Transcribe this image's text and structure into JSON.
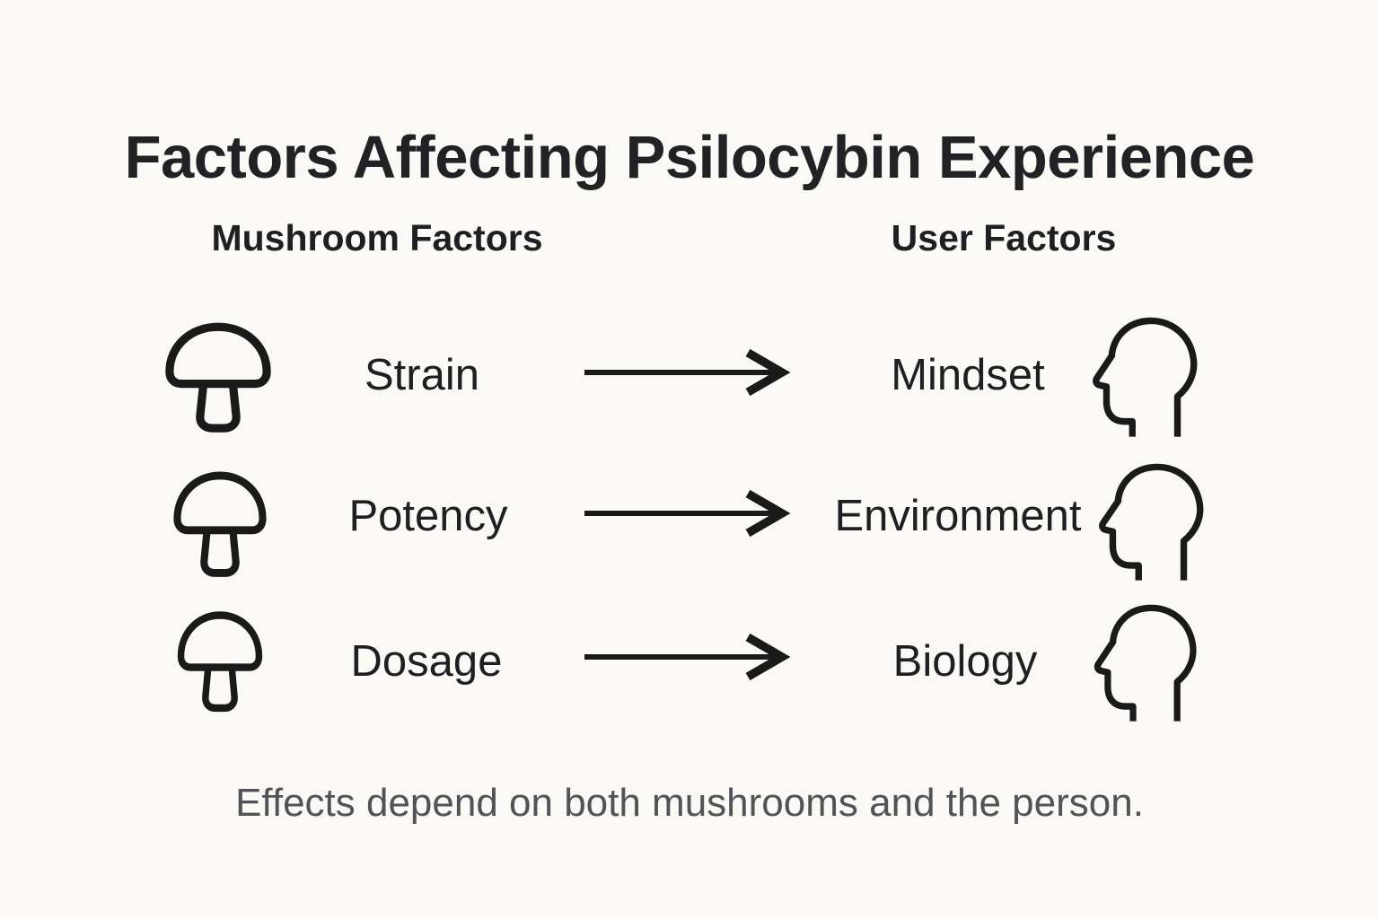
{
  "title": "Factors Affecting Psilocybin Experience",
  "columns": {
    "left": "Mushroom Factors",
    "right": "User Factors"
  },
  "rows": [
    {
      "left": "Strain",
      "right": "Mindset"
    },
    {
      "left": "Potency",
      "right": "Environment"
    },
    {
      "left": "Dosage",
      "right": "Biology"
    }
  ],
  "footer": "Effects depend on both mushrooms and the person.",
  "icons": {
    "left": "mushroom-icon",
    "right": "head-profile-icon",
    "connector": "arrow-right-icon"
  },
  "colors": {
    "background": "#FBF9F5",
    "text": "#1E1F22",
    "muted": "#515358",
    "icon_stroke": "#1A1A1A"
  }
}
